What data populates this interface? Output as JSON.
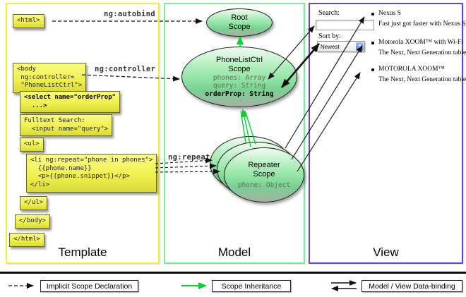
{
  "panels": {
    "template": {
      "label": "Template",
      "html_open": "<html>",
      "body_open": "<body\n ng:controller=\n \"PhoneListCtrl\">",
      "select_box": "<select name=\"orderProp\"\n  ...>",
      "fulltext_box": "Fulltext Search:\n  <input name=\"query\">",
      "ul_open": "<ul>",
      "li_repeat": "<li ng:repeat=\"phone in phones\">\n  {{phone.name}}\n  <p>{{phone.snippet}}</p>\n</li>",
      "ul_close": "</ul>",
      "body_close": "</body>",
      "html_close": "</html>"
    },
    "model": {
      "label": "Model",
      "root_scope": {
        "title": "Root\nScope"
      },
      "phone_list_ctrl_scope": {
        "title": "PhoneListCtrl\nScope",
        "prop_phones": "phones: Array",
        "prop_query": "query: String",
        "prop_order": "orderProp: String"
      },
      "repeater_scope": {
        "title": "Repeater\nScope",
        "prop_phone": "phone: Object"
      }
    },
    "view": {
      "label": "View",
      "search_label": "Search:",
      "search_value": "",
      "sort_label": "Sort by:",
      "sort_value": "Newest",
      "items": [
        {
          "title": "Nexus S",
          "desc": "Fast just got faster with Nexus S."
        },
        {
          "title": "Motorola XOOM™ with Wi-Fi",
          "desc": "The Next, Next Generation tablet."
        },
        {
          "title": "MOTOROLA XOOM™",
          "desc": "The Next, Next Generation tablet."
        }
      ]
    }
  },
  "annotations": {
    "autobind": "ng:autobind",
    "controller": "ng:controller",
    "repeat": "ng:repeat"
  },
  "legend": {
    "implicit": "Implicit Scope Declaration",
    "inheritance": "Scope Inheritance",
    "databinding": "Model / View Data-binding"
  },
  "colors": {
    "template_border": "#f2ef3a",
    "model_border": "#7ceca0",
    "view_border": "#5a49d1",
    "code_box_yellow": "#f0f050",
    "scope_fill_green": "#8fe2a2",
    "inheritance_green": "#00d22c",
    "arrow_black": "#111111"
  }
}
